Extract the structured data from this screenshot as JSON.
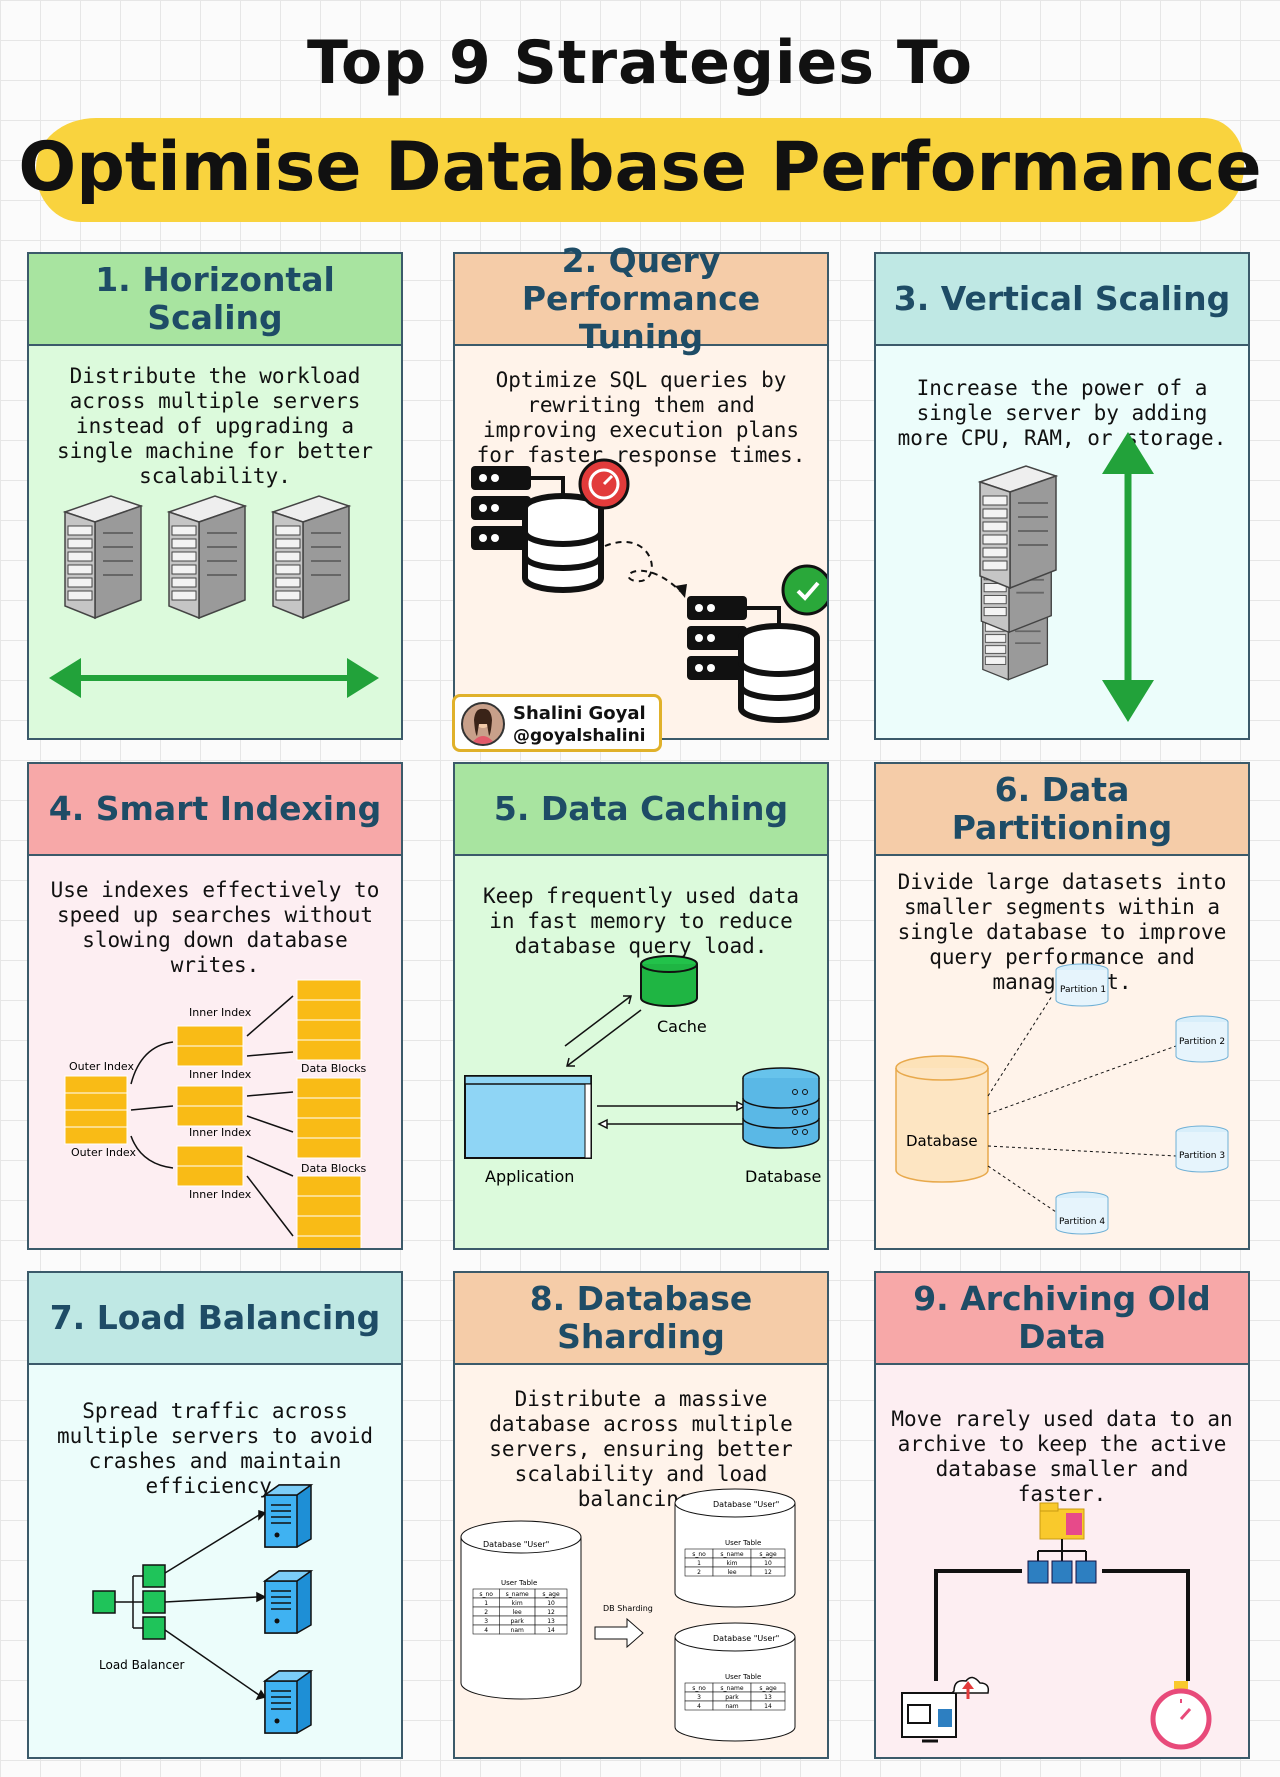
{
  "title_line1": "Top 9 Strategies To",
  "title_line2": "Optimise Database Performance",
  "author": {
    "name": "Shalini Goyal",
    "handle": "@goyalshalini"
  },
  "cards": [
    {
      "title": "1. Horizontal Scaling",
      "desc": "Distribute the workload across multiple servers instead of upgrading a single machine for better scalability.",
      "header_color": "#a8e4a0",
      "body_color": "#dcfadc"
    },
    {
      "title": "2. Query Performance Tuning",
      "desc": "Optimize SQL queries by rewriting them and improving execution plans for faster response times.",
      "header_color": "#f5cca8",
      "body_color": "#fff3ea"
    },
    {
      "title": "3. Vertical Scaling",
      "desc": "Increase the power of a single server by adding more CPU, RAM, or storage.",
      "header_color": "#bfe8e4",
      "body_color": "#ecfdfb"
    },
    {
      "title": "4. Smart Indexing",
      "desc": "Use indexes effectively to speed up searches without slowing down database writes.",
      "header_color": "#f7a8a8",
      "body_color": "#fdeef2"
    },
    {
      "title": "5. Data Caching",
      "desc": "Keep frequently used data in fast memory to reduce database query load.",
      "header_color": "#a8e4a0",
      "body_color": "#dcfadc"
    },
    {
      "title": "6. Data Partitioning",
      "desc": "Divide large datasets into smaller segments within a single database to improve query performance and management.",
      "header_color": "#f5cca8",
      "body_color": "#fff3ea"
    },
    {
      "title": "7. Load Balancing",
      "desc": "Spread traffic across multiple servers to avoid crashes and maintain efficiency.",
      "header_color": "#bfe8e4",
      "body_color": "#ecfdfb"
    },
    {
      "title": "8. Database Sharding",
      "desc": "Distribute a massive database across multiple servers, ensuring better scalability and load balancing.",
      "header_color": "#f5cca8",
      "body_color": "#fff3ea"
    },
    {
      "title": "9. Archiving Old Data",
      "desc": "Move rarely used data to an archive to keep the active database smaller and faster.",
      "header_color": "#f7a8a8",
      "body_color": "#fdeef2"
    }
  ],
  "indexing": {
    "inner_index": "Inner Index",
    "outer_index": "Outer Index",
    "data_blocks": "Data Blocks"
  },
  "caching": {
    "cache": "Cache",
    "application": "Application",
    "database": "Database"
  },
  "partitioning": {
    "database": "Database",
    "p1": "Partition 1",
    "p2": "Partition 2",
    "p3": "Partition 3",
    "p4": "Partition 4"
  },
  "load_balancer": "Load Balancer",
  "sharding": {
    "db_label": "Database \"User\"",
    "table_label": "User Table",
    "arrow_label": "DB Sharding",
    "columns": [
      "s_no",
      "s_name",
      "s_age"
    ],
    "full_rows": [
      [
        "1",
        "kim",
        "10"
      ],
      [
        "2",
        "lee",
        "12"
      ],
      [
        "3",
        "park",
        "13"
      ],
      [
        "4",
        "nam",
        "14"
      ]
    ],
    "shard1_rows": [
      [
        "1",
        "kim",
        "10"
      ],
      [
        "2",
        "lee",
        "12"
      ]
    ],
    "shard2_rows": [
      [
        "3",
        "park",
        "13"
      ],
      [
        "4",
        "nam",
        "14"
      ]
    ]
  }
}
